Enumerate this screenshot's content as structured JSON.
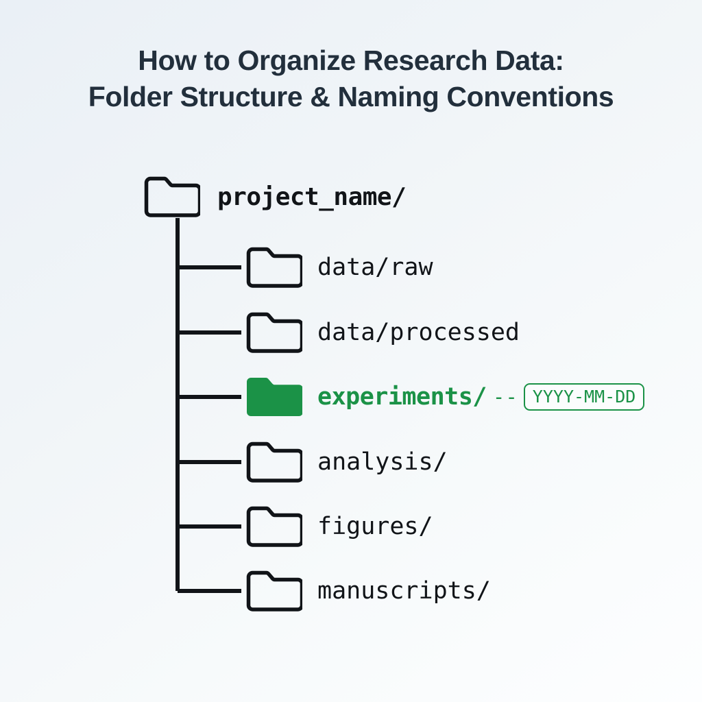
{
  "title": {
    "line1": "How to Organize Research Data:",
    "line2": "Folder Structure & Naming Conventions"
  },
  "colors": {
    "title_text": "#222f3c",
    "tree_line": "#111418",
    "label_text": "#111418",
    "accent_green": "#1b9247",
    "background_top_left": "#eaf0f6",
    "background_bottom_right": "#fdfeff"
  },
  "tree": {
    "root": {
      "label": "project_name/",
      "icon": "folder-icon",
      "highlighted": false
    },
    "children": [
      {
        "label": "data/raw",
        "icon": "folder-icon",
        "highlighted": false
      },
      {
        "label": "data/processed",
        "icon": "folder-icon",
        "highlighted": false
      },
      {
        "label": "experiments/",
        "icon": "folder-icon-filled",
        "highlighted": true,
        "annotation": {
          "dash": "--",
          "pattern": "YYYY-MM-DD"
        }
      },
      {
        "label": "analysis/",
        "icon": "folder-icon",
        "highlighted": false
      },
      {
        "label": "figures/",
        "icon": "folder-icon",
        "highlighted": false
      },
      {
        "label": "manuscripts/",
        "icon": "folder-icon",
        "highlighted": false
      }
    ]
  }
}
